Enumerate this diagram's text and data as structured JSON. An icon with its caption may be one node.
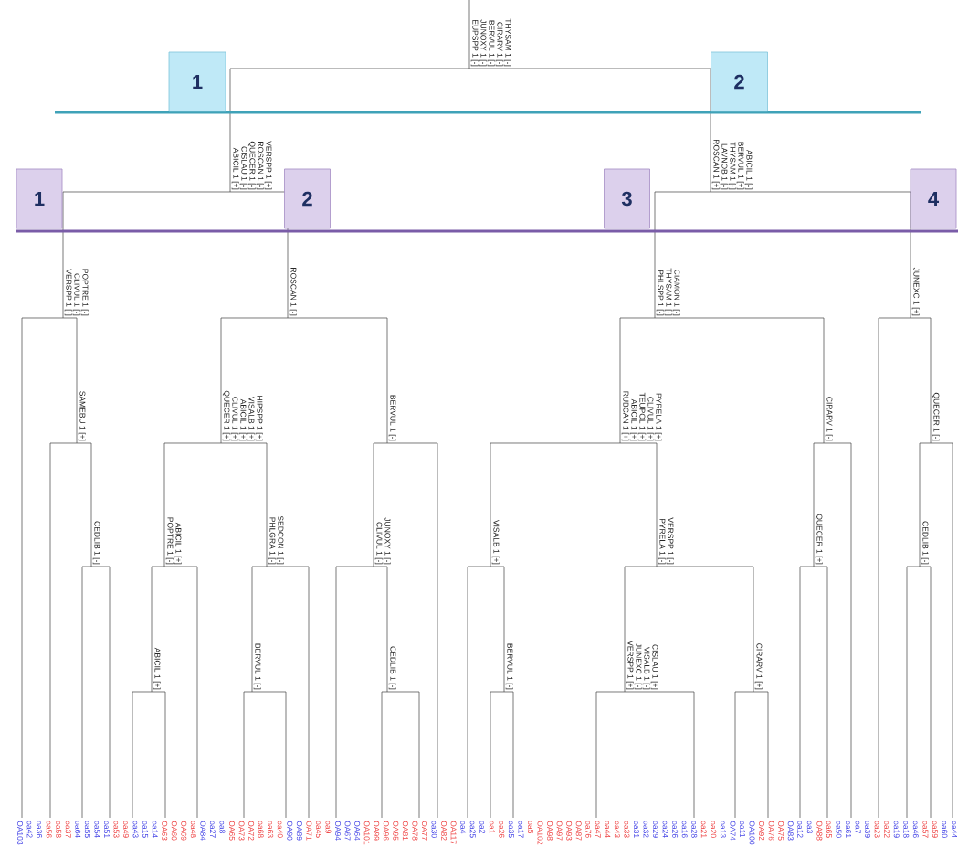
{
  "diagram": {
    "nodes": [
      {
        "text": [
          "1"
        ]
      },
      {
        "text": [
          "2"
        ]
      },
      {
        "text": [
          "1"
        ]
      },
      {
        "text": [
          "2"
        ]
      },
      {
        "text": [
          "3"
        ]
      },
      {
        "text": [
          "4"
        ]
      }
    ],
    "labels": [
      "THYSAM 1 [-]",
      "CIRARV 1 [-]",
      "BERVUL 1 [-]",
      "JUNOXY 1 [-]",
      "EUPSPP 1 [-]",
      "VERSPP 1 [+]",
      "ROSCAN 1 [-]",
      "QUECER 1 [-]",
      "CISLAU 1 [-]",
      "ABICIL 1 [+]",
      "ABICIL 1 [-]",
      "BERVUL 1 [+]",
      "THYSAM 1 [-]",
      "LAVNOB 1 [-]",
      "ROSCAN 1 [+]",
      "POPTRE 1 [-]",
      "CLIVUL 1 [-]",
      "VERSPP 1 [-]",
      "ROSCAN 1 [-]",
      "CIAMON 1 [-]",
      "THYSAM 1 [-]",
      "PHLSPP 1 [-]",
      "JUNEXC 1 [+]",
      "SAMEBU 1 [+]",
      "HIPSPP 1 [+]",
      "VISALB 1 [+]",
      "ABICIL 1 [+]",
      "CLIVUL 1 [+]",
      "QUECER 1 [+]",
      "BERVUL 1 [-]",
      "PYRELA 1 [+]",
      "CLIVUL 1 [+]",
      "TEUPOL 1 [+]",
      "ABICIL 1 [+]",
      "RUBCAN 1 [+]",
      "CIRARV 1 [-]",
      "QUECER 1 [-]",
      "CEDLIB 1 [-]",
      "ABICIL 1 [+]",
      "POPTRE 1 [-]",
      "SEDCON 1 [-]",
      "PHLGRA 1 [-]",
      "JUNOXY 1 [-]",
      "CLIVUL 1 [-]",
      "VISALB 1 [+]",
      "VERSPP 1 [-]",
      "PYRELA 1 [-]",
      "QUECER 1 [+]",
      "CEDLIB 1 [-]",
      "ABICIL 1 [+]",
      "BERVUL 1 [-]",
      "CEDLIB 1 [-]",
      "BERVUL 1 [-]",
      "CISLAU 1 [+]",
      "VISALB 1 [-]",
      "JUNEXC 1 [-]",
      "VERSPP 1 [+]",
      "CIRARV 1 [+]",
      "OA103",
      "oa42",
      "oa36",
      "oa56",
      "oa58",
      "oa37",
      "oa64",
      "oa55",
      "oa54",
      "oa51",
      "oa53",
      "oa49",
      "oa43",
      "oa15",
      "oa14",
      "OA63",
      "OA60",
      "OA69",
      "oa48",
      "OA84",
      "oa27",
      "oa8",
      "OA65",
      "OA73",
      "OA72",
      "oa68",
      "oa63",
      "oa40",
      "OA90",
      "OA89",
      "OA71",
      "oa45",
      "oa9",
      "OA94",
      "OA67",
      "OA64",
      "OA101",
      "OA99",
      "OA96",
      "OA95",
      "OA81",
      "OA78",
      "OA77",
      "oa30",
      "OA82",
      "OA117",
      "oa4",
      "oa25",
      "oa2",
      "oa1",
      "oa26",
      "oa35",
      "oa17",
      "oa5",
      "OA102",
      "OA98",
      "OA97",
      "OA93",
      "OA87",
      "oa76",
      "oa47",
      "oa44",
      "oa43",
      "oa33",
      "oa31",
      "oa32",
      "oa29",
      "oa24",
      "oa26",
      "oa16",
      "oa28",
      "oa21",
      "oa20",
      "oa13",
      "OA74",
      "oa11",
      "OA100",
      "OA92",
      "OA76",
      "OA75",
      "OA83",
      "oa12",
      "oa3",
      "OA88",
      "oa65",
      "oa50",
      "oa61",
      "oa7",
      "oa39",
      "oa23",
      "oa22",
      "oa19",
      "oa18",
      "oa46",
      "oa57",
      "oa59",
      "oa60",
      "oa44"
    ]
  }
}
